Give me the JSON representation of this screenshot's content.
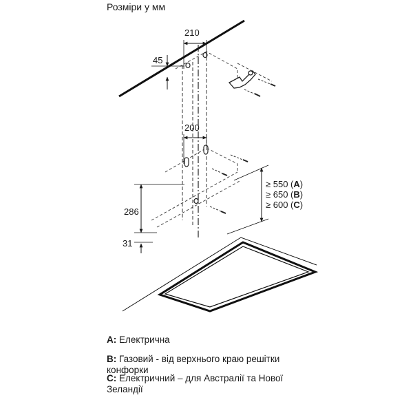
{
  "title": "Розміри у мм",
  "dimensions": {
    "top_width": "210",
    "top_offset": "45",
    "mid_width": "200",
    "height_286": "286",
    "bottom_31": "31"
  },
  "clearances": [
    {
      "prefix": "≥ 550 (",
      "key": "A",
      "suffix": ")"
    },
    {
      "prefix": "≥ 650 (",
      "key": "B",
      "suffix": ")"
    },
    {
      "prefix": "≥ 600 (",
      "key": "C",
      "suffix": ")"
    }
  ],
  "legend": [
    {
      "key": "A:",
      "text": "Електрична"
    },
    {
      "key": "B:",
      "text": "Газовий - від верхнього краю решітки конфорки"
    },
    {
      "key": "C:",
      "text": "Електричний – для Австралії та Нової Зеландії"
    }
  ]
}
